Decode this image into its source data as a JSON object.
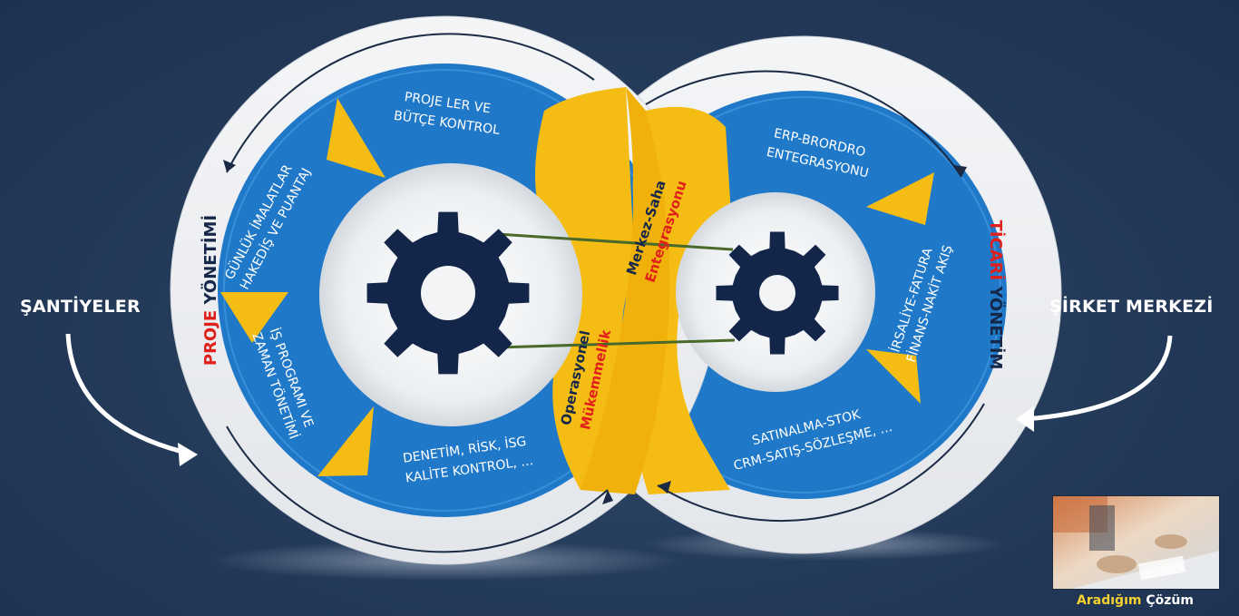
{
  "left_side_label": "ŞANTİYELER",
  "right_side_label": "ŞİRKET MERKEZİ",
  "left_ring_title": {
    "highlight": "PROJE",
    "rest": " YÖNETİMİ"
  },
  "right_ring_title": {
    "highlight": "TİCARİ",
    "rest": " YÖNETİM"
  },
  "left_segments": {
    "top": [
      "PROJE LER VE",
      "BÜTÇE KONTROL"
    ],
    "upper_left": [
      "GÜNLÜK İMALATLAR",
      "HAKEDİŞ VE PUANTAJ"
    ],
    "lower_left": [
      "İŞ PROGRAMI VE",
      "ZAMAN TÖNETİMİ"
    ],
    "bottom": [
      "DENETİM, RİSK, İSG",
      "KALİTE KONTROL, …"
    ]
  },
  "right_segments": {
    "top": [
      "ERP-BRORDRO",
      "ENTEGRASYONU"
    ],
    "right": [
      "İRSALİYE-FATURA",
      "FİNANS-NAKİT AKIŞ"
    ],
    "bottom": [
      "SATINALMA-STOK",
      "CRM-SATIŞ-SÖZLEŞME, …"
    ]
  },
  "center_band": {
    "upper_line1": "Merkez-Saha",
    "upper_line2": "Entegrasyonu",
    "lower_line1": "Operasyonel",
    "lower_line2": "Mükemmellik"
  },
  "thumbnail_caption": {
    "highlight": "Aradığım",
    "rest": " Çözüm"
  },
  "colors": {
    "background": "#243a59",
    "ring_blue": "#1f78c8",
    "accent_yellow": "#f5bd14",
    "gear_navy": "#14254a",
    "highlight_red": "#e0201a",
    "caption_yellow": "#f6d230"
  }
}
